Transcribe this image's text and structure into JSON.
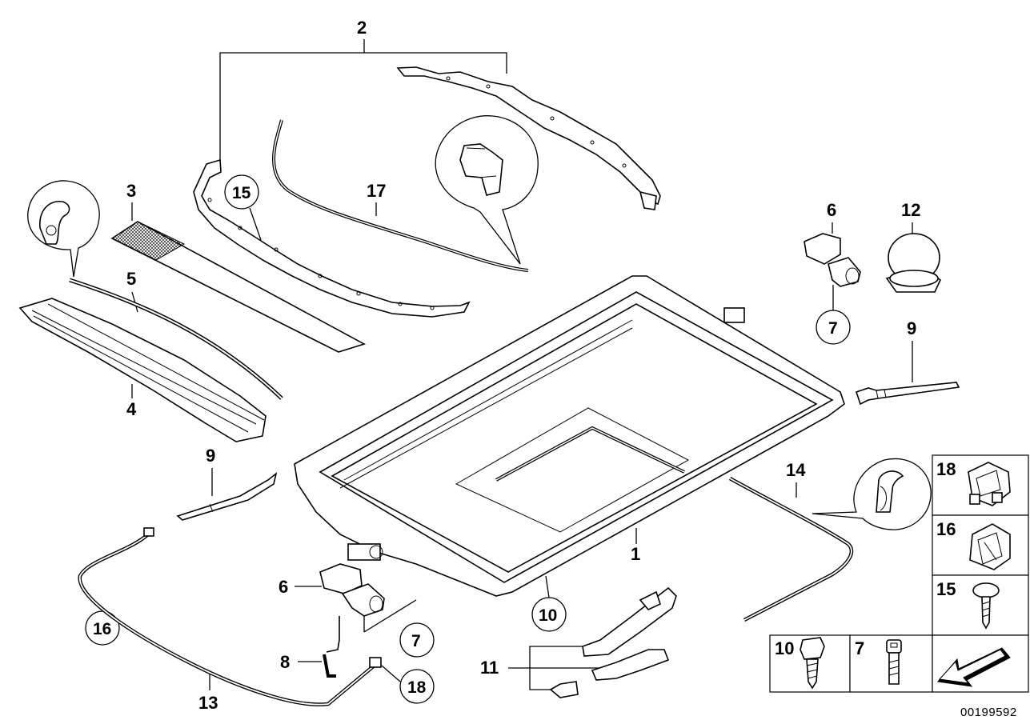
{
  "diagram": {
    "document_number": "00199592",
    "callouts": [
      {
        "id": "c2",
        "label": "2",
        "circled": false
      },
      {
        "id": "c3",
        "label": "3",
        "circled": false
      },
      {
        "id": "c4",
        "label": "4",
        "circled": false
      },
      {
        "id": "c5",
        "label": "5",
        "circled": false
      },
      {
        "id": "c15-top",
        "label": "15",
        "circled": true
      },
      {
        "id": "c17",
        "label": "17",
        "circled": false
      },
      {
        "id": "c6-top",
        "label": "6",
        "circled": false
      },
      {
        "id": "c7-top",
        "label": "7",
        "circled": true
      },
      {
        "id": "c12",
        "label": "12",
        "circled": false
      },
      {
        "id": "c9-right",
        "label": "9",
        "circled": false
      },
      {
        "id": "c9-left",
        "label": "9",
        "circled": false
      },
      {
        "id": "c1",
        "label": "1",
        "circled": false
      },
      {
        "id": "c14",
        "label": "14",
        "circled": false
      },
      {
        "id": "c16-left",
        "label": "16",
        "circled": true
      },
      {
        "id": "c6-bottom",
        "label": "6",
        "circled": false
      },
      {
        "id": "c7-bottom",
        "label": "7",
        "circled": true
      },
      {
        "id": "c8",
        "label": "8",
        "circled": false
      },
      {
        "id": "c13",
        "label": "13",
        "circled": false
      },
      {
        "id": "c18-bottom",
        "label": "18",
        "circled": true
      },
      {
        "id": "c10-circled",
        "label": "10",
        "circled": true
      },
      {
        "id": "c11",
        "label": "11",
        "circled": false
      }
    ],
    "legend_boxes": [
      {
        "label": "18",
        "part": "clip"
      },
      {
        "label": "16",
        "part": "bracket-clip"
      },
      {
        "label": "15",
        "part": "screw"
      },
      {
        "label": "10",
        "part": "hex-bolt"
      },
      {
        "label": "7",
        "part": "socket-screw"
      }
    ],
    "nav_arrow": {
      "icon": "direction-arrow-icon"
    }
  }
}
